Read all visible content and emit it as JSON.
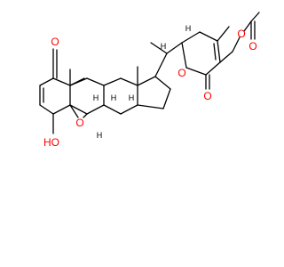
{
  "structure": {
    "colors": {
      "bond": "#000000",
      "oxygen": "#ff0000",
      "hydrogen_stereo": "#000000"
    },
    "atom_labels": {
      "ketone_oxygen": "O",
      "epoxide_oxygen": "O",
      "hydroxyl": "HO",
      "lactone_ring_oxygen": "O",
      "lactone_carbonyl_oxygen": "O",
      "ester_oxygen": "O",
      "acetyl_carbonyl_oxygen": "O"
    },
    "stereo_labels": {
      "h8": "H",
      "h9": "H",
      "h14": "H",
      "h6": "H",
      "h20": "H",
      "h22": "H"
    }
  }
}
